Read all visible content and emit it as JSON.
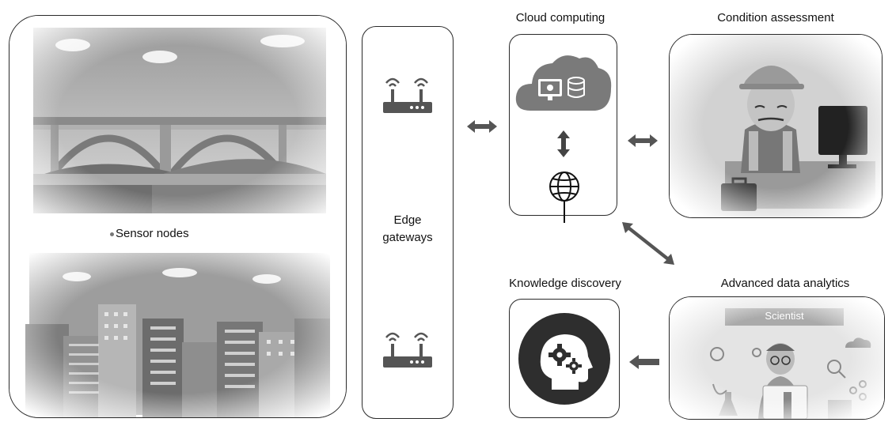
{
  "labels": {
    "sensor_nodes": "Sensor nodes",
    "edge_gateways_line1": "Edge",
    "edge_gateways_line2": "gateways",
    "cloud_computing": "Cloud computing",
    "condition_assessment": "Condition assessment",
    "knowledge_discovery": "Knowledge discovery",
    "advanced_data_analytics": "Advanced data analytics",
    "scientist_banner": "Scientist"
  },
  "colors": {
    "border": "#2a2a2a",
    "arrow": "#555555",
    "panel_gray": "#cfcfcf",
    "dark_circle": "#2e2e2e"
  },
  "icons": [
    "bridge-illustration",
    "city-buildings-illustration",
    "router-icon",
    "cloud-icon",
    "globe-icon",
    "engineer-illustration",
    "head-gears-icon",
    "scientist-illustration"
  ]
}
